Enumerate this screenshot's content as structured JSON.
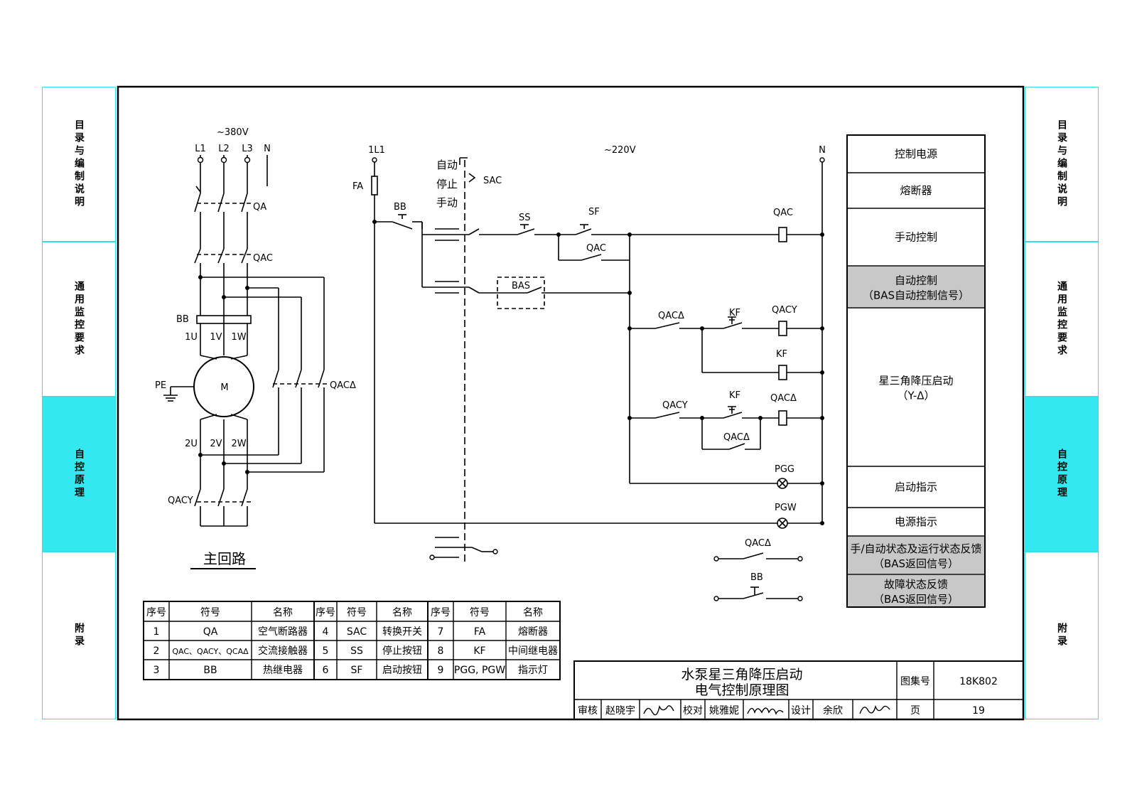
{
  "side_tabs": [
    "目录与编制说明",
    "通用监控要求",
    "自控原理",
    "附录"
  ],
  "active_tab": 2,
  "main_circuit": {
    "voltage": "~380V",
    "phases": [
      "L1",
      "L2",
      "L3",
      "N"
    ],
    "qa": "QA",
    "qac": "QAC",
    "bb": "BB",
    "terminals_top": [
      "1U",
      "1V",
      "1W"
    ],
    "terminals_bottom": [
      "2U",
      "2V",
      "2W"
    ],
    "motor": "M",
    "pe": "PE",
    "qac_delta": "QACΔ",
    "qac_y": "QACY",
    "caption": "主回路"
  },
  "control_circuit": {
    "voltage": "~220V",
    "l1": "1L1",
    "n": "N",
    "fa": "FA",
    "bb": "BB",
    "sac_auto": "自动",
    "sac_stop": "停止",
    "sac_manual": "手动",
    "sac": "SAC",
    "ss": "SS",
    "sf": "SF",
    "qac": "QAC",
    "bas": "BAS",
    "qac_delta": "QACΔ",
    "qac_y": "QACY",
    "kf": "KF",
    "pgg": "PGG",
    "pgw": "PGW"
  },
  "function_table": [
    {
      "label": "控制电源",
      "shaded": false
    },
    {
      "label": "熔断器",
      "shaded": false
    },
    {
      "label": "手动控制",
      "shaded": false
    },
    {
      "label": "自动控制",
      "sub": "（BAS自动控制信号）",
      "shaded": true
    },
    {
      "label": "星三角降压启动",
      "sub": "（Y-Δ）",
      "shaded": false
    },
    {
      "label": "启动指示",
      "shaded": false
    },
    {
      "label": "电源指示",
      "shaded": false
    },
    {
      "label": "手/自动状态及运行状态反馈",
      "sub": "（BAS返回信号）",
      "shaded": true
    },
    {
      "label": "故障状态反馈",
      "sub": "（BAS返回信号）",
      "shaded": true
    }
  ],
  "legend_table": {
    "headers": [
      "序号",
      "符号",
      "名称"
    ],
    "rows": [
      [
        [
          "1",
          "QA",
          "空气断路器"
        ],
        [
          "4",
          "SAC",
          "转换开关"
        ],
        [
          "7",
          "FA",
          "熔断器"
        ]
      ],
      [
        [
          "2",
          "QAC、QACY、QCAΔ",
          "交流接触器"
        ],
        [
          "5",
          "SS",
          "停止按钮"
        ],
        [
          "8",
          "KF",
          "中间继电器"
        ]
      ],
      [
        [
          "3",
          "BB",
          "热继电器"
        ],
        [
          "6",
          "SF",
          "启动按钮"
        ],
        [
          "9",
          "PGG, PGW",
          "指示灯"
        ]
      ]
    ]
  },
  "title_block": {
    "title_line1": "水泵星三角降压启动",
    "title_line2": "电气控制原理图",
    "atlas_label": "图集号",
    "atlas_no": "18K802",
    "page_label": "页",
    "page_no": "19",
    "review_label": "审核",
    "review_name": "赵晓宇",
    "check_label": "校对",
    "check_name": "姚雅妮",
    "design_label": "设计",
    "design_name": "余欣"
  },
  "colors": {
    "tab_active": "#33e8f0",
    "tab_border": "#33e0e8",
    "shade": "#c8c8c8",
    "line": "#000000"
  }
}
